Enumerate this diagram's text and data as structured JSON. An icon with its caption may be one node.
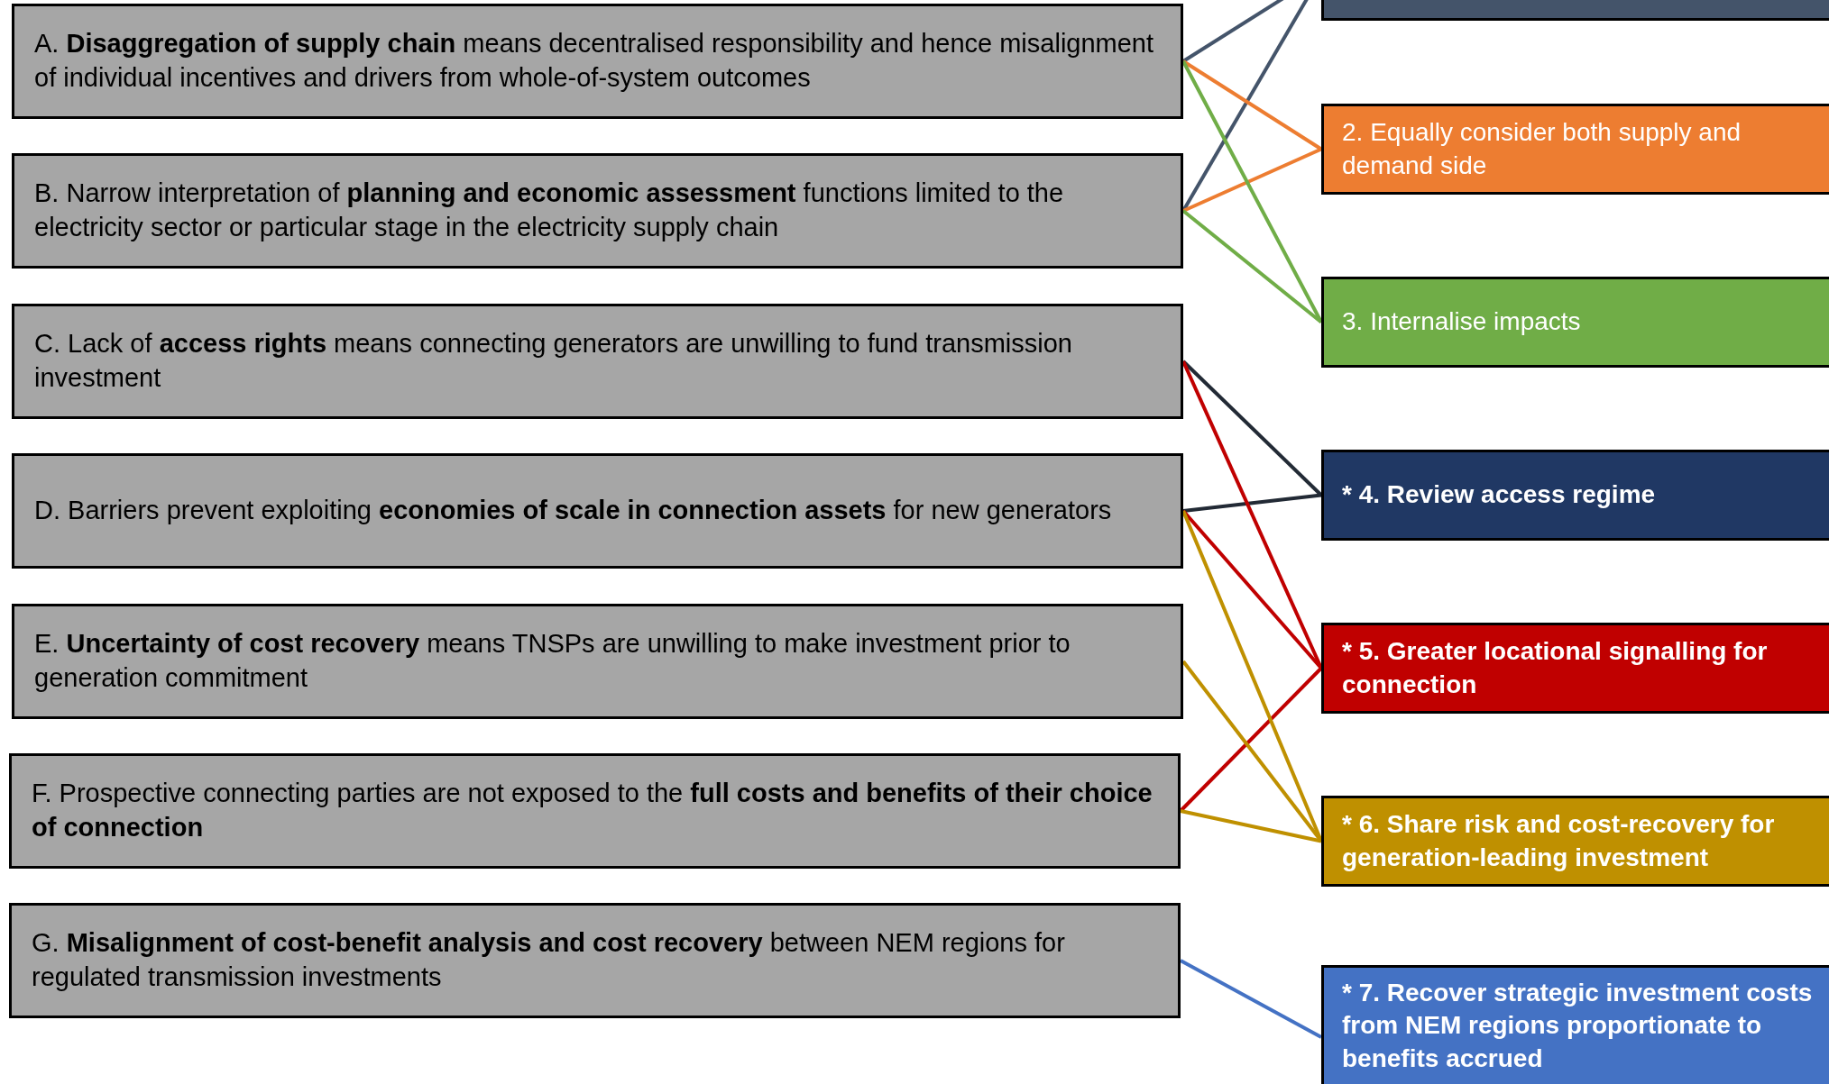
{
  "diagram": {
    "nodes": [
      {
        "text": [
          "A. **Disaggregation of supply chain** means decentralised responsibility and hence misalignment of individual incentives and drivers from whole-of-system outcomes"
        ]
      },
      {
        "text": [
          "B. Narrow interpretation of **planning and economic assessment** functions limited to the electricity sector or particular stage in the electricity supply chain"
        ]
      },
      {
        "text": [
          "C. Lack of **access rights** means connecting generators are unwilling to fund transmission investment"
        ]
      },
      {
        "text": [
          "D. Barriers prevent exploiting **economies of scale in connection assets** for new generators"
        ]
      },
      {
        "text": [
          "E. **Uncertainty of cost recovery** means TNSPs are unwilling to make investment prior to generation commitment"
        ]
      },
      {
        "text": [
          "F. Prospective connecting parties are not exposed to the **full costs and benefits of their choice of connection**"
        ]
      },
      {
        "text": [
          "G. **Misalignment of cost-benefit analysis and cost recovery** between NEM regions for regulated transmission investments"
        ]
      },
      {
        "text": [],
        "shape": "box"
      },
      {
        "text": [
          "2. Equally consider both supply and demand side"
        ]
      },
      {
        "text": [
          "3. Internalise impacts"
        ]
      },
      {
        "text": [
          "* 4. Review access regime"
        ]
      },
      {
        "text": [
          "* 5. Greater locational signalling for connection"
        ]
      },
      {
        "text": [
          "* 6. Share risk and cost-recovery for generation-leading investment"
        ]
      },
      {
        "text": [
          "* 7. Recover strategic investment costs from NEM regions proportionate to benefits accrued"
        ]
      }
    ],
    "edges": [
      {
        "from": 0,
        "to": 7,
        "arrow": "none",
        "color": "#44546a"
      },
      {
        "from": 1,
        "to": 7,
        "arrow": "none",
        "color": "#44546a"
      },
      {
        "from": 0,
        "to": 8,
        "arrow": "none",
        "color": "#ed7d31"
      },
      {
        "from": 1,
        "to": 8,
        "arrow": "none",
        "color": "#ed7d31"
      },
      {
        "from": 0,
        "to": 9,
        "arrow": "none",
        "color": "#70ad47"
      },
      {
        "from": 1,
        "to": 9,
        "arrow": "none",
        "color": "#70ad47"
      },
      {
        "from": 2,
        "to": 10,
        "arrow": "none",
        "color": "#222a35"
      },
      {
        "from": 3,
        "to": 10,
        "arrow": "none",
        "color": "#222a35"
      },
      {
        "from": 2,
        "to": 11,
        "arrow": "none",
        "color": "#c00000"
      },
      {
        "from": 3,
        "to": 11,
        "arrow": "none",
        "color": "#c00000"
      },
      {
        "from": 5,
        "to": 11,
        "arrow": "none",
        "color": "#c00000"
      },
      {
        "from": 3,
        "to": 12,
        "arrow": "none",
        "color": "#bf9000"
      },
      {
        "from": 4,
        "to": 12,
        "arrow": "none",
        "color": "#bf9000"
      },
      {
        "from": 5,
        "to": 12,
        "arrow": "none",
        "color": "#bf9000"
      },
      {
        "from": 6,
        "to": 13,
        "arrow": "none",
        "color": "#4472c4"
      }
    ]
  }
}
